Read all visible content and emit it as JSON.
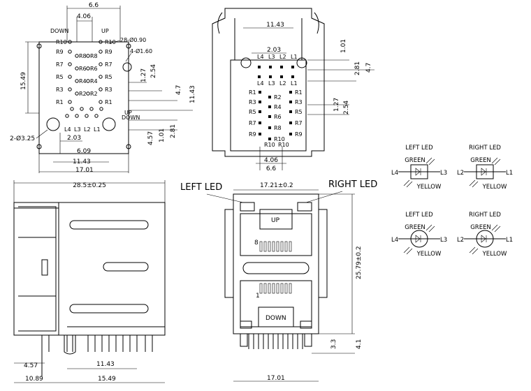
{
  "footprint": {
    "dims": {
      "top": "6.6",
      "pitch": "4.06",
      "hole_small": "28-Ø0.90",
      "hole_mid": "4-Ø1.60",
      "hole_big": "2-Ø3.25",
      "height": "15.49",
      "d127": "1.27",
      "d254": "2.54",
      "d47": "4.7",
      "d1143v": "11.43",
      "d457": "4.57",
      "d101": "1.01",
      "d281": "2.81",
      "d203": "2.03",
      "d609": "6.09",
      "d1143h": "11.43",
      "d1701": "17.01"
    },
    "labels": {
      "down": "DOWN",
      "up": "UP"
    },
    "left_pins": [
      "R10",
      "R9",
      "R7",
      "R5",
      "R3",
      "R1"
    ],
    "right_pins": [
      "R10",
      "R9",
      "R7",
      "R5",
      "R3",
      "R1"
    ],
    "mid_pins": [
      "R8",
      "R8",
      "R6",
      "R6",
      "R4",
      "R4",
      "R2",
      "R2"
    ],
    "bottom_pins": [
      "L4",
      "L3",
      "L2",
      "L1"
    ],
    "up_label": "UP",
    "down_label": "DOWN"
  },
  "top_view": {
    "dims": {
      "width": "11.43",
      "d203": "2.03",
      "d101": "1.01",
      "d281": "2.81",
      "d47": "4.7",
      "d127": "1.27",
      "d254": "2.54",
      "d406": "4.06",
      "d66": "6.6"
    },
    "leds_top": [
      "L4",
      "L3",
      "L2",
      "L1"
    ],
    "leds_mid": [
      "L4",
      "L3",
      "L2",
      "L1"
    ],
    "rows_left": [
      "R1",
      "R3",
      "R5",
      "R7",
      "R9"
    ],
    "rows_mid": [
      "R2",
      "R4",
      "R6",
      "R8",
      "R10"
    ],
    "rows_right": [
      "R1",
      "R3",
      "R5",
      "R7",
      "R9"
    ],
    "bottom": [
      "R10",
      "R10"
    ]
  },
  "side_view": {
    "dims": {
      "width": "28.5±0.25",
      "d457": "4.57",
      "d1143": "11.43",
      "d1089": "10.89",
      "d1549": "15.49"
    }
  },
  "front_view": {
    "left_led": "LEFT LED",
    "right_led": "RIGHT LED",
    "up": "UP",
    "down": "DOWN",
    "dims": {
      "width": "17.21±0.2",
      "height": "25.79±0.2",
      "d33": "3.3",
      "d41": "4.1",
      "d1701": "17.01"
    },
    "pin8": "8",
    "pin1": "1"
  },
  "led_diagrams": [
    {
      "title": "LEFT LED",
      "top": "GREEN",
      "bottom": "YELLOW",
      "left": "L4",
      "right": "L3",
      "kind": "rect"
    },
    {
      "title": "RIGHT LED",
      "top": "GREEN",
      "bottom": "YELLOW",
      "left": "L2",
      "right": "L1",
      "kind": "rect"
    },
    {
      "title": "LEFT LED",
      "top": "GREEN",
      "bottom": "YELLOW",
      "left": "L4",
      "right": "L3",
      "kind": "circle"
    },
    {
      "title": "RIGHT LED",
      "top": "GREEN",
      "bottom": "YELLOW",
      "left": "L2",
      "right": "L1",
      "kind": "circle"
    }
  ]
}
